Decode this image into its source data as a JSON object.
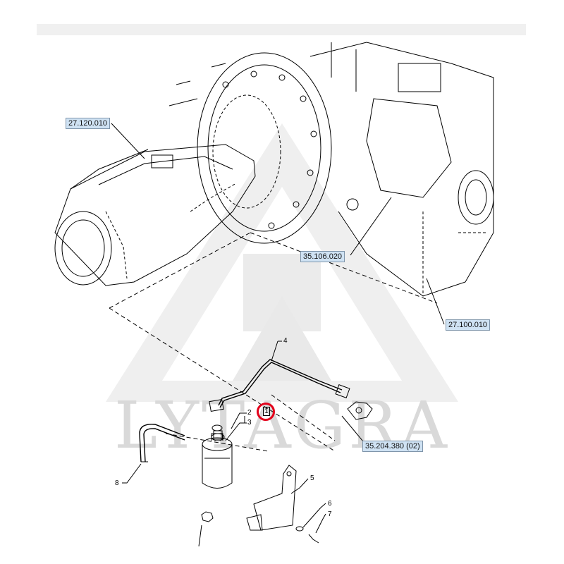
{
  "watermark": {
    "text": "LYTAGRA"
  },
  "references": {
    "axle": "27.120.010",
    "pump": "35.106.020",
    "transmission": "27.100.010",
    "valve": "35.204.380 (02)"
  },
  "callouts": {
    "pipe": "4",
    "gasket": "2",
    "connector": "3",
    "badge": "1",
    "hose": "8",
    "bracket": "5",
    "washer": "6",
    "bolt": "7"
  },
  "colors": {
    "reference_fill": "#cfe2f3",
    "highlight": "#e3001b",
    "line": "#000000"
  }
}
